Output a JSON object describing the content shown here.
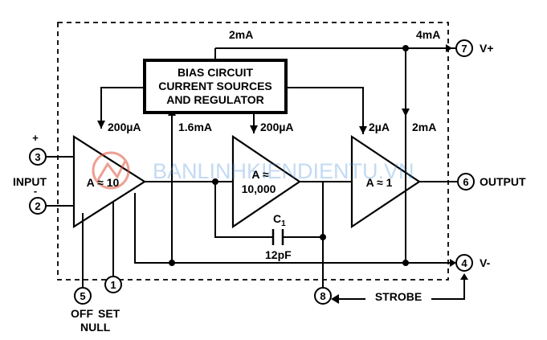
{
  "bias_block": {
    "line1": "BIAS CIRCUIT",
    "line2": "CURRENT SOURCES",
    "line3": "AND REGULATOR"
  },
  "currents": {
    "top_2ma": "2mA",
    "top_4ma": "4mA",
    "stage1_bias": "200µA",
    "reg_out": "1.6mA",
    "stage2_bias": "200µA",
    "stage3_bias": "2µA",
    "stage3_main": "2mA"
  },
  "amplifiers": {
    "a1": {
      "line1": "A ≈ 10"
    },
    "a2": {
      "line1": "A ≈",
      "line2": "10,000"
    },
    "a3": {
      "line1": "A ≈ 1"
    }
  },
  "capacitor": {
    "name": "C",
    "subscript": "1",
    "value": "12pF"
  },
  "pins": [
    {
      "number": "1",
      "label": "SET"
    },
    {
      "number": "2",
      "label": "-"
    },
    {
      "number": "3",
      "label": "+"
    },
    {
      "number": "4",
      "label": "V-"
    },
    {
      "number": "5",
      "label": "OFF"
    },
    {
      "number": "6",
      "label": "OUTPUT"
    },
    {
      "number": "7",
      "label": "V+"
    },
    {
      "number": "8",
      "label": "STROBE"
    }
  ],
  "labels": {
    "input": "INPUT",
    "null": "NULL"
  },
  "watermark": {
    "text": "BANLINHKIENDIENTU.VN",
    "color": "#4a90d9"
  }
}
